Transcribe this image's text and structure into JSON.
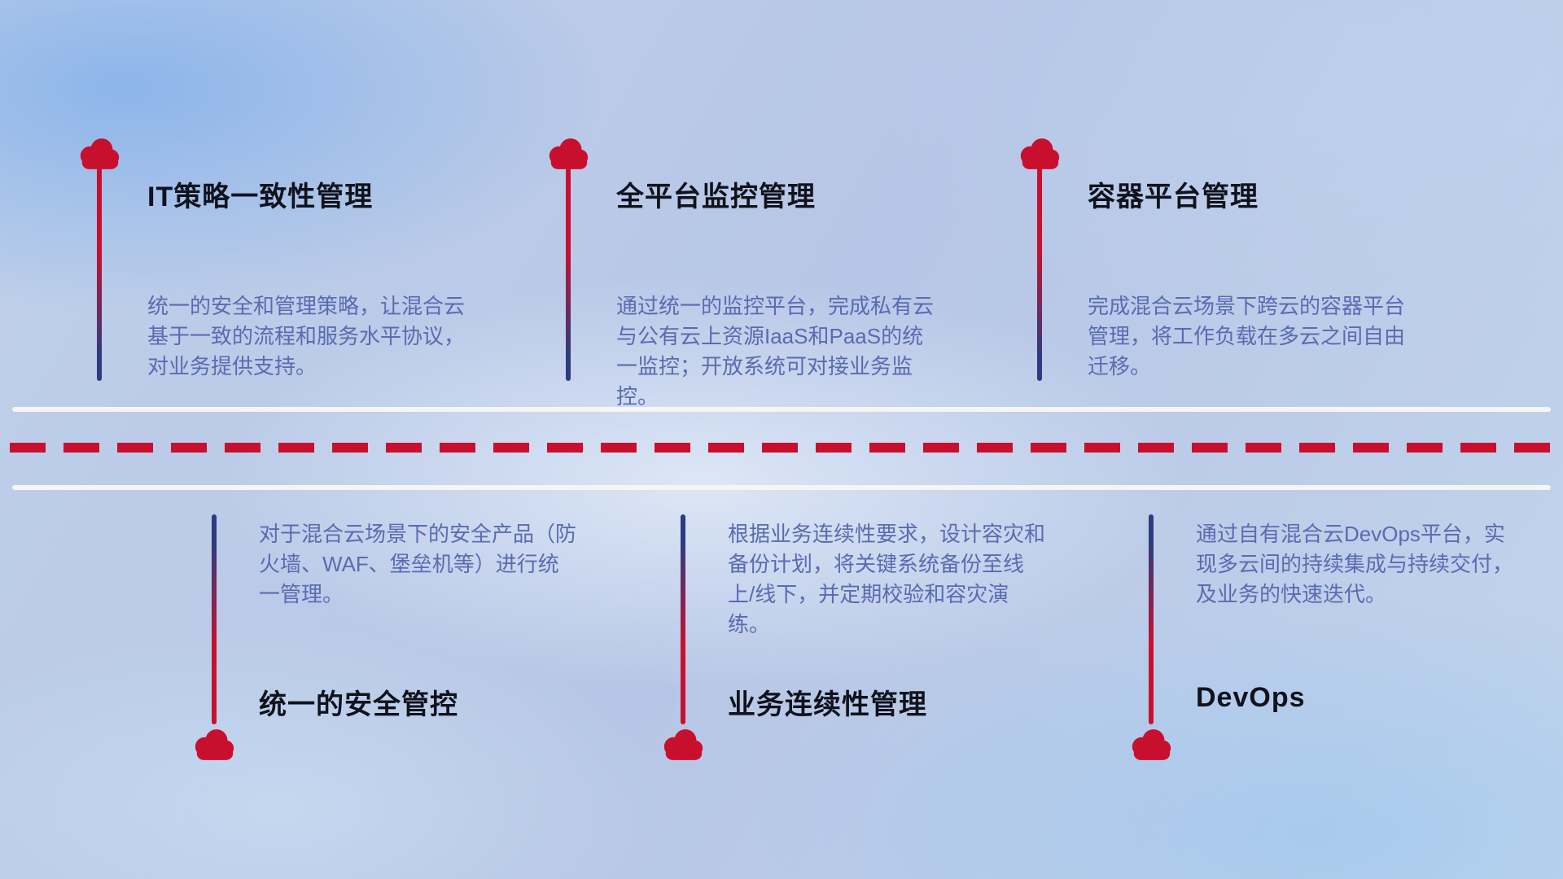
{
  "colors": {
    "accent_red": "#c8102e",
    "line_navy": "#2d3c80",
    "title_text": "#10121c",
    "body_text": "#5a6bb0",
    "road_white": "#f6f5f2"
  },
  "top_items": [
    {
      "title": "IT策略一致性管理",
      "description": "统一的安全和管理策略，让混合云基于一致的流程和服务水平协议，对业务提供支持。"
    },
    {
      "title": "全平台监控管理",
      "description": "通过统一的监控平台，完成私有云与公有云上资源IaaS和PaaS的统一监控；开放系统可对接业务监控。"
    },
    {
      "title": "容器平台管理",
      "description": "完成混合云场景下跨云的容器平台管理，将工作负载在多云之间自由迁移。"
    }
  ],
  "bottom_items": [
    {
      "title": "统一的安全管控",
      "description": "对于混合云场景下的安全产品（防火墙、WAF、堡垒机等）进行统一管理。"
    },
    {
      "title": "业务连续性管理",
      "description": "根据业务连续性要求，设计容灾和备份计划，将关键系统备份至线上/线下，并定期校验和容灾演练。"
    },
    {
      "title": "DevOps",
      "description": "通过自有混合云DevOps平台，实现多云间的持续集成与持续交付，及业务的快速迭代。"
    }
  ]
}
